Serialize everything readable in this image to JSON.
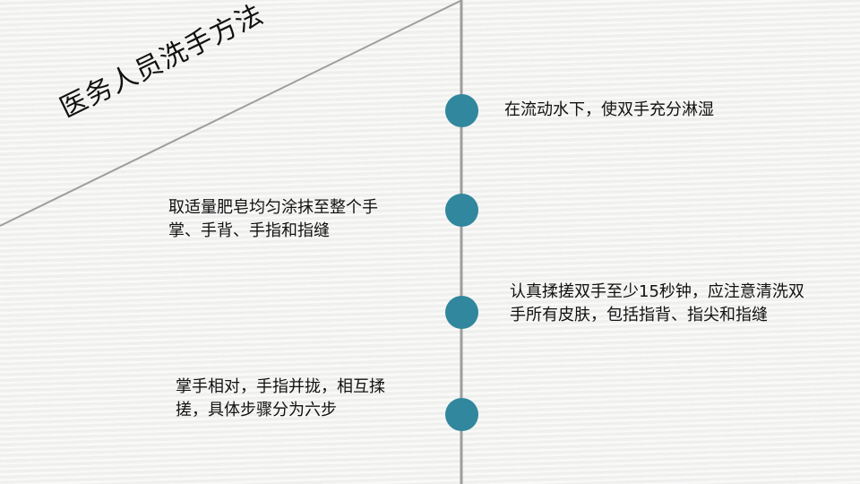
{
  "title": "医务人员洗手方法",
  "colors": {
    "accent": "#31879d",
    "line": "#9e9e9e",
    "text": "#111111"
  },
  "steps": [
    {
      "text": "在流动水下，使双手充分淋湿",
      "side": "right"
    },
    {
      "text": "取适量肥皂均匀涂抹至整个手掌、手背、手指和指缝",
      "side": "left"
    },
    {
      "text": "认真揉搓双手至少15秒钟，应注意清洗双手所有皮肤，包括指背、指尖和指缝",
      "side": "right"
    },
    {
      "text": "掌手相对，手指并拢，相互揉搓，具体步骤分为六步",
      "side": "left"
    }
  ]
}
